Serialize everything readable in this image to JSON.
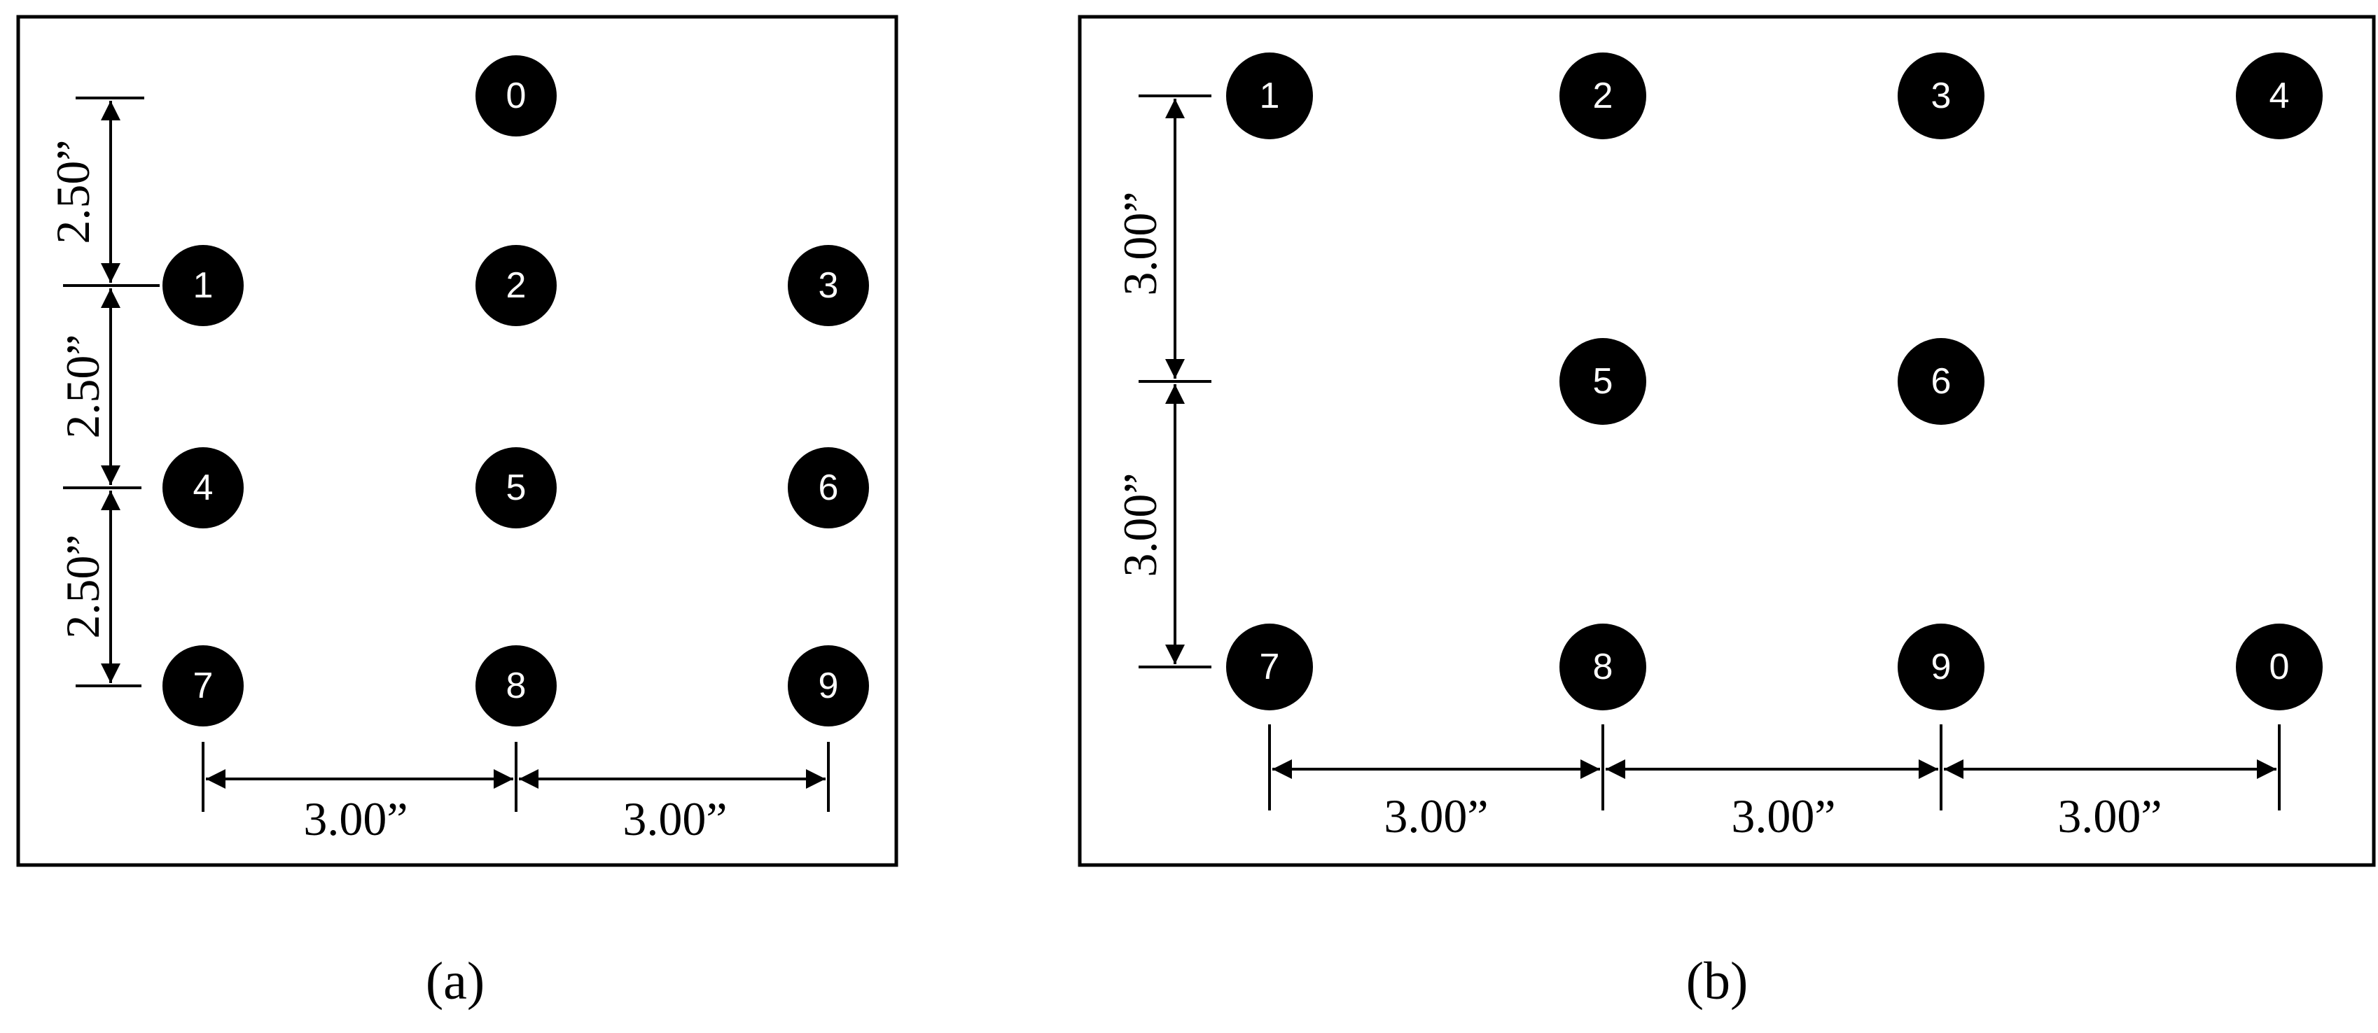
{
  "panels": [
    {
      "caption": "(a)",
      "holes": [
        "0",
        "1",
        "2",
        "3",
        "4",
        "5",
        "6",
        "7",
        "8",
        "9"
      ],
      "vertical_dims": [
        "2.50”",
        "2.50”",
        "2.50”"
      ],
      "horizontal_dims": [
        "3.00”",
        "3.00”"
      ]
    },
    {
      "caption": "(b)",
      "holes": [
        "1",
        "2",
        "3",
        "4",
        "5",
        "6",
        "7",
        "8",
        "9",
        "0"
      ],
      "vertical_dims": [
        "3.00”",
        "3.00”"
      ],
      "horizontal_dims": [
        "3.00”",
        "3.00”",
        "3.00”"
      ]
    }
  ]
}
